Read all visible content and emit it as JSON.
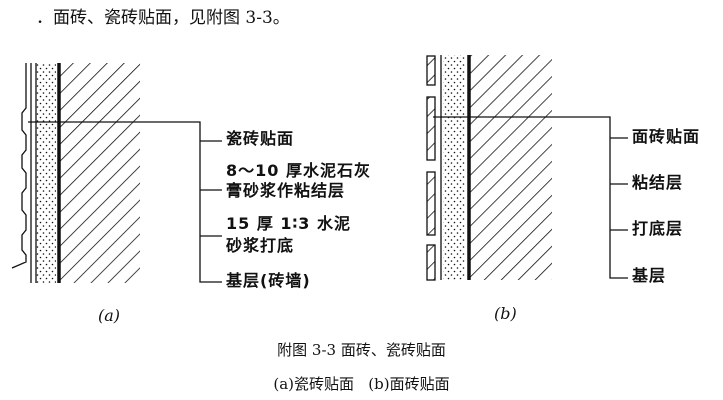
{
  "intro_text": "．面砖、瓷砖贴面，见附图 3-3。",
  "figure_a": {
    "labels": [
      "瓷砖贴面",
      "8～10 厚水泥石灰",
      "膏砂浆作粘结层",
      "15 厚 1∶3 水泥",
      "砂浆打底",
      "基层(砖墙)"
    ],
    "tag": "(a)"
  },
  "figure_b": {
    "labels": [
      "面砖贴面",
      "粘结层",
      "打底层",
      "基层"
    ],
    "tag": "(b)"
  },
  "caption": {
    "title": "附图 3-3  面砖、瓷砖贴面",
    "subtitle": "(a)瓷砖贴面   (b)面砖贴面"
  }
}
